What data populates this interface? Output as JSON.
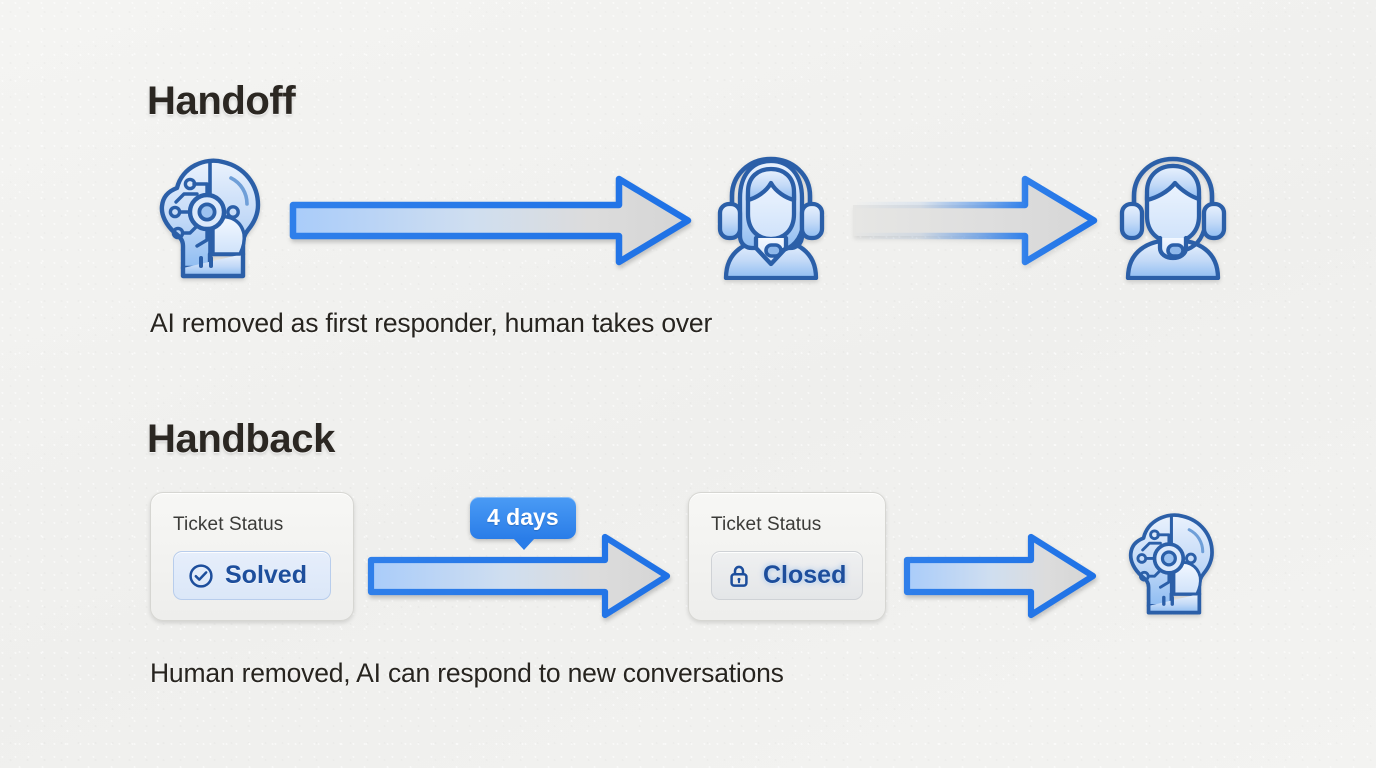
{
  "page": {
    "background_color": "#f2f2f0",
    "text_color": "#27241f",
    "accent_blue": "#2a7de8",
    "badge_text_color": "#1d4e9c"
  },
  "sections": [
    {
      "id": "handoff",
      "title": "Handoff",
      "caption": "AI removed as first responder, human takes over",
      "nodes": [
        {
          "name": "ai-head-icon",
          "type": "icon",
          "icon": "ai-head"
        },
        {
          "name": "arrow-ai-to-agent",
          "type": "arrow",
          "style": "solid"
        },
        {
          "name": "human-agent-female-icon",
          "type": "icon",
          "icon": "agent-female-headset"
        },
        {
          "name": "arrow-agent-to-agent",
          "type": "arrow",
          "style": "faded"
        },
        {
          "name": "human-agent-male-icon",
          "type": "icon",
          "icon": "agent-male-headset"
        }
      ]
    },
    {
      "id": "handback",
      "title": "Handback",
      "caption": "Human removed, AI can respond to new conversations",
      "tooltip": "4 days",
      "cards": [
        {
          "name": "ticket-status-card-solved",
          "label": "Ticket Status",
          "badge_label": "Solved",
          "badge_icon": "check-circle-icon",
          "badge_state": "solved"
        },
        {
          "name": "ticket-status-card-closed",
          "label": "Ticket Status",
          "badge_label": "Closed",
          "badge_icon": "lock-icon",
          "badge_state": "closed"
        }
      ],
      "nodes": [
        {
          "name": "arrow-solved-to-closed",
          "type": "arrow",
          "style": "solid"
        },
        {
          "name": "arrow-closed-to-ai",
          "type": "arrow",
          "style": "solid"
        },
        {
          "name": "ai-head-icon",
          "type": "icon",
          "icon": "ai-head"
        }
      ]
    }
  ]
}
